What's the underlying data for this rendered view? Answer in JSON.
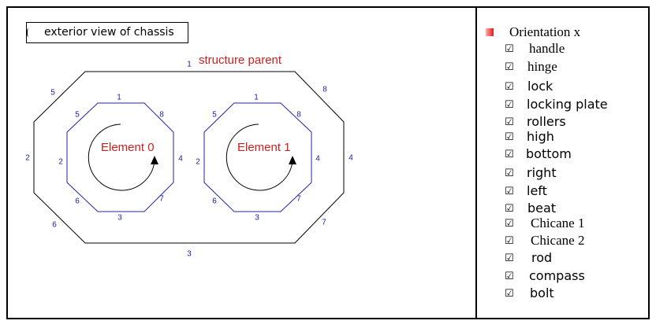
{
  "diagram": {
    "title": "exterior view of chassis",
    "parent_label": "structure parent",
    "parent_edges": [
      "1",
      "2",
      "3",
      "4",
      "5",
      "6",
      "7",
      "8"
    ],
    "elements": [
      {
        "label": "Element 0",
        "edges": [
          "1",
          "2",
          "3",
          "4",
          "5",
          "6",
          "7",
          "8"
        ]
      },
      {
        "label": "Element 1",
        "edges": [
          "1",
          "2",
          "3",
          "4",
          "5",
          "6",
          "7",
          "8"
        ]
      }
    ]
  },
  "legend": {
    "title": "Orientation x",
    "checkbox_glyph": "☑",
    "items": [
      {
        "label": "handle"
      },
      {
        "label": "hinge"
      },
      {
        "label": "lock"
      },
      {
        "label": "locking plate"
      },
      {
        "label": "rollers"
      },
      {
        "label": "high"
      },
      {
        "label": "bottom"
      },
      {
        "label": "right"
      },
      {
        "label": "left"
      },
      {
        "label": "beat"
      },
      {
        "label": "Chicane 1"
      },
      {
        "label": "Chicane 2"
      },
      {
        "label": "rod"
      },
      {
        "label": "compass"
      },
      {
        "label": "bolt"
      }
    ],
    "accent_color": "#dd1a1a"
  },
  "colors": {
    "red_text": "#cc2020",
    "edge_number": "#1a1aa8",
    "inner_octagon": "#2222aa"
  }
}
